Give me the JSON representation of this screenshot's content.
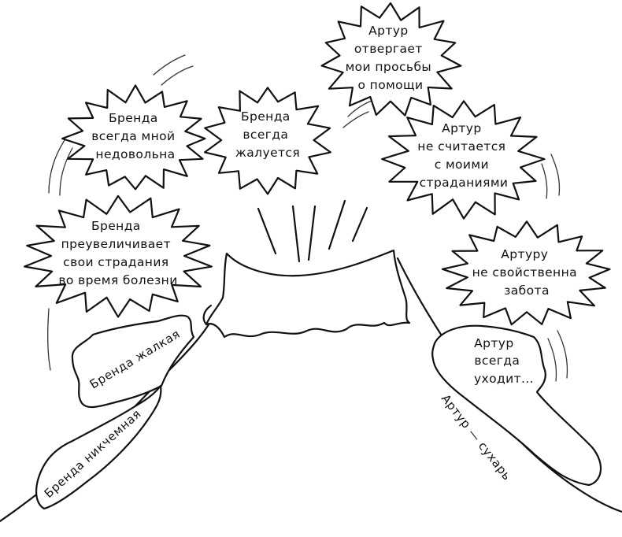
{
  "bursts": {
    "b1": {
      "lines": [
        "Бренда",
        "всегда мной",
        "недовольна"
      ]
    },
    "b2": {
      "lines": [
        "Бренда",
        "всегда",
        "жалуется"
      ]
    },
    "b3": {
      "lines": [
        "Артур",
        "отвергает",
        "мои просьбы",
        "о помощи"
      ]
    },
    "b4": {
      "lines": [
        "Артур",
        "не считается",
        "с моими",
        "страданиями"
      ]
    },
    "b5": {
      "lines": [
        "Бренда",
        "преувеличивает",
        "свои страдания",
        "во время болезни"
      ]
    },
    "b6": {
      "lines": [
        "Артуру",
        "не свойственна",
        "забота"
      ]
    }
  },
  "left_slope": {
    "label_upper": "Бренда жалкая",
    "label_lower": "Бренда никчемная"
  },
  "right_slope": {
    "blob_lines": [
      "Артур",
      "всегда",
      "уходит..."
    ],
    "slope_label": "Артур — сухарь"
  }
}
